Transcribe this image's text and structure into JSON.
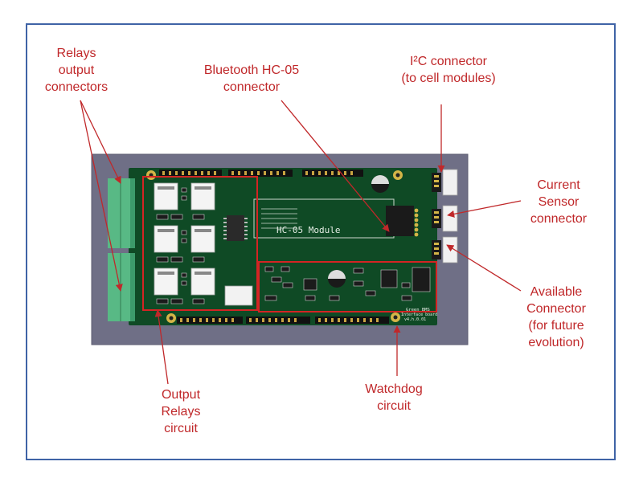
{
  "labels": {
    "relays_output": [
      "Relays",
      "output",
      "connectors"
    ],
    "bluetooth": [
      "Bluetooth HC-05",
      "connector"
    ],
    "i2c": [
      "I²C connector",
      "(to cell modules)"
    ],
    "current_sensor": [
      "Current",
      "Sensor",
      "connector"
    ],
    "available": [
      "Available",
      "Connector",
      "(for future",
      "evolution)"
    ],
    "output_relays": [
      "Output",
      "Relays",
      "circuit"
    ],
    "watchdog": [
      "Watchdog",
      "circuit"
    ]
  },
  "pcb": {
    "module_text": "HC-05 Module",
    "brand_text": [
      "Green BMS",
      "Interface board",
      "v4.h.0.01"
    ]
  },
  "colors": {
    "frame": "#3f63a6",
    "label": "#c0282a",
    "board": "#0f4a25",
    "background": "#6f6f86",
    "terminal": "#58b985"
  }
}
